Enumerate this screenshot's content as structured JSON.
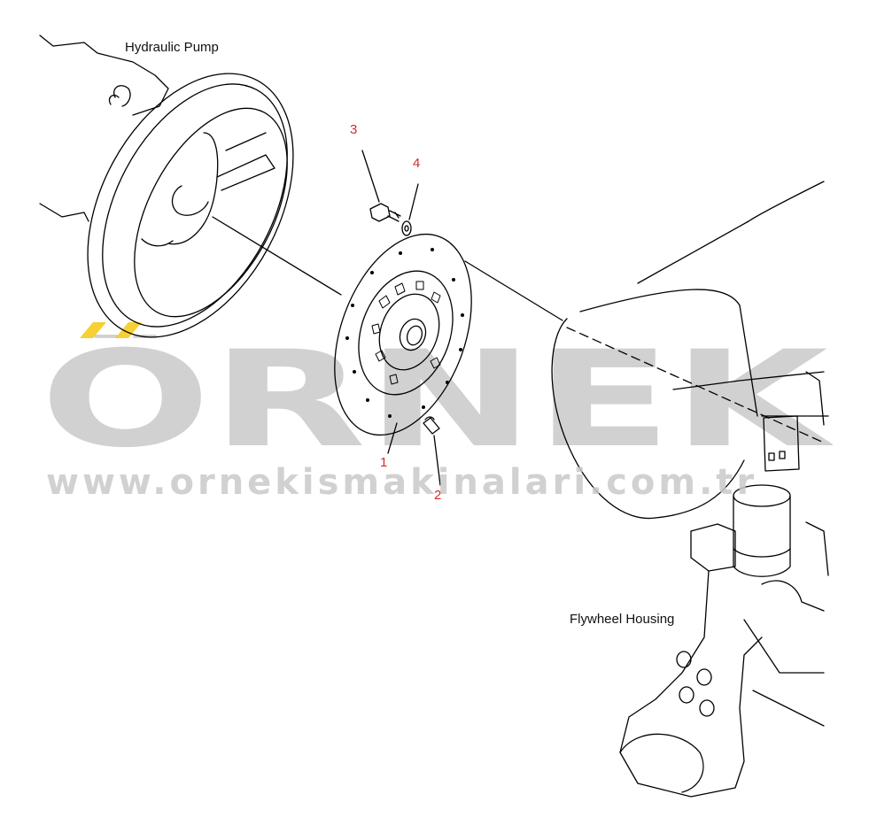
{
  "labels": {
    "pump": "Hydraulic Pump",
    "housing": "Flywheel Housing"
  },
  "callouts": {
    "c1": "1",
    "c2": "2",
    "c3": "3",
    "c4": "4"
  },
  "watermark": {
    "brand": "ÖRNEK",
    "url": "www.ornekismakinalari.com.tr"
  },
  "colors": {
    "line": "#000000",
    "callout": "#d42a2a",
    "watermark": "#c9c9c9",
    "watermark_accent": "#f5c400"
  }
}
